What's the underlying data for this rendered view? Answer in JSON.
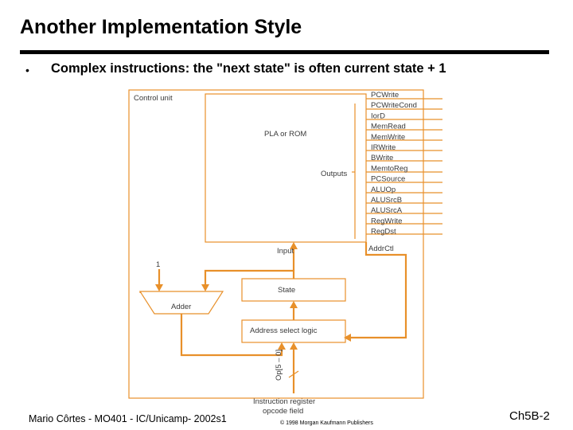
{
  "slide": {
    "title": "Another Implementation Style",
    "bullet_symbol": "•",
    "bullet_text": "Complex instructions:  the \"next state\" is often current state + 1",
    "footer_left": "Mario Côrtes - MO401 - IC/Unicamp- 2002s1",
    "footer_center": "© 1998 Morgan Kaufmann Publishers",
    "footer_right": "Ch5B-2"
  },
  "diagram": {
    "control_unit_label": "Control unit",
    "pla_label": "PLA or ROM",
    "outputs_label": "Outputs",
    "input_label": "Input",
    "one_label": "1",
    "adder_label": "Adder",
    "state_label": "State",
    "address_select_label": "Address select logic",
    "op_label": "Op[5 – 0]",
    "ir_line1": "Instruction register",
    "ir_line2": "opcode field",
    "control_signals": [
      "PCWrite",
      "PCWriteCond",
      "IorD",
      "MemRead",
      "MemWrite",
      "IRWrite",
      "BWrite",
      "MemtoReg",
      "PCSource",
      "ALUOp",
      "ALUSrcB",
      "ALUSrcA",
      "RegWrite",
      "RegDst"
    ],
    "addrctl_label": "AddrCtl",
    "colors": {
      "wire": "#e8902a",
      "frame": "#e8902a",
      "text": "#3a3a3a"
    }
  }
}
